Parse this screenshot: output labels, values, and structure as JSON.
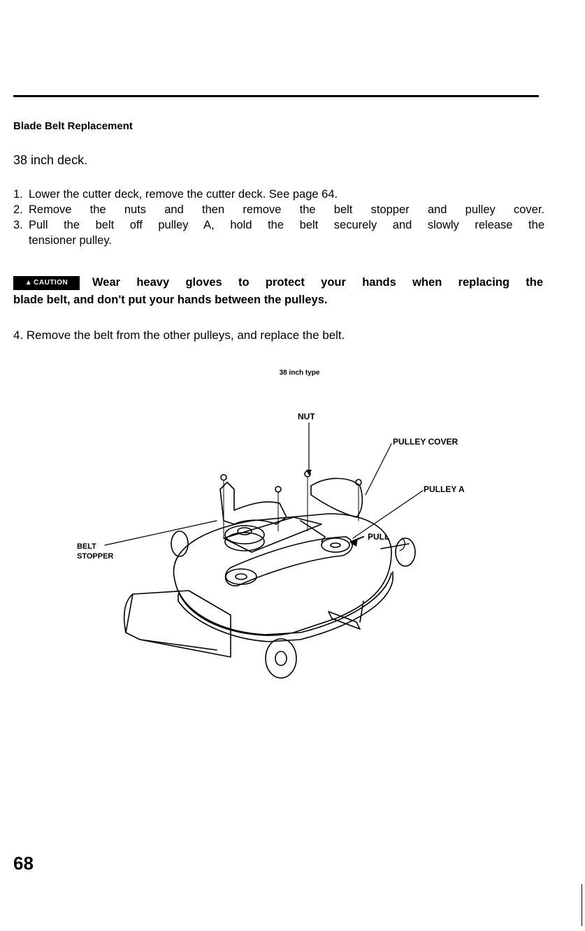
{
  "section_title": "Blade Belt Replacement",
  "subtitle": "38 inch deck.",
  "steps": [
    {
      "num": "1.",
      "text": "Lower the cutter deck, remove the cutter deck. See page 64."
    },
    {
      "num": "2.",
      "text": "Remove the nuts and then remove the belt stopper and pulley cover."
    },
    {
      "num": "3.",
      "text": "Pull the belt off pulley A, hold the belt securely and slowly release the"
    },
    {
      "num": "",
      "text": "tensioner pulley."
    }
  ],
  "caution": {
    "badge": "CAUTION",
    "line1": "Wear heavy gloves to protect your hands when replacing the",
    "line2": "blade belt, and don't put your hands between the pulleys."
  },
  "step4": "4. Remove the belt from the other pulleys, and replace the belt.",
  "figure": {
    "caption": "38 inch type",
    "labels": {
      "nut": "NUT",
      "pulley_cover": "PULLEY COVER",
      "pulley_a": "PULLEY A",
      "pull": "PULL",
      "belt": "BELT",
      "stopper": "STOPPER"
    }
  },
  "page_number": "68"
}
